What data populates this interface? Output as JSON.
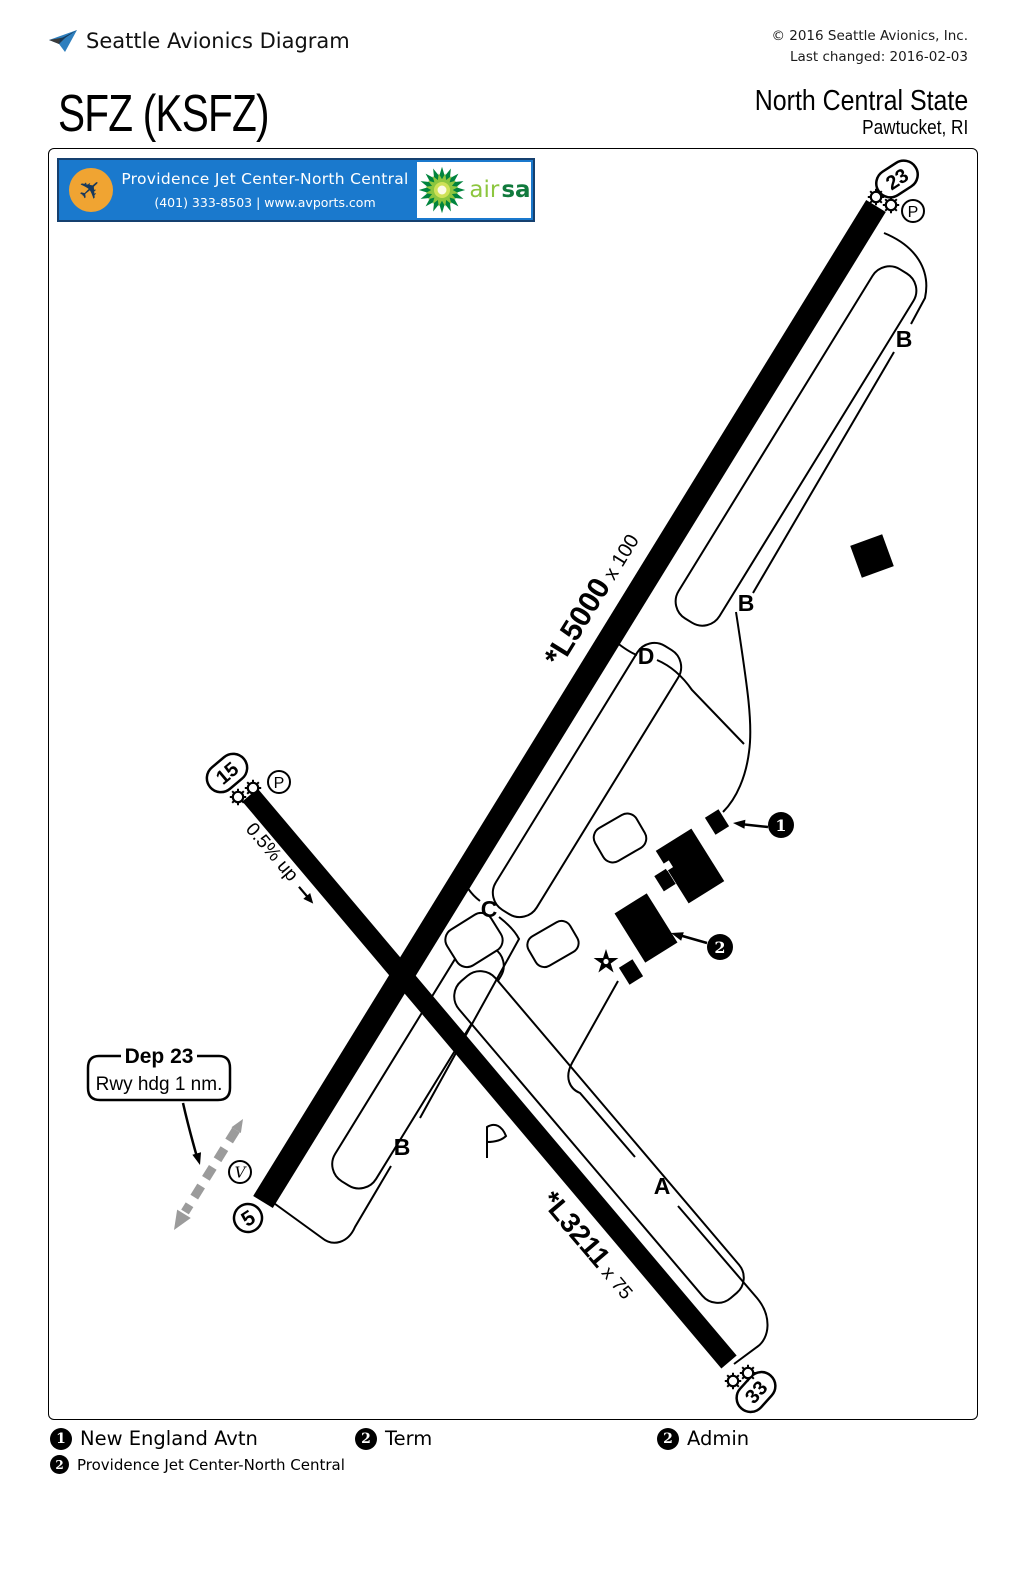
{
  "header": {
    "brand": "Seattle Avionics Diagram",
    "copyright": "© 2016 Seattle Avionics, Inc.",
    "last_changed": "Last changed: 2016-02-03"
  },
  "airport": {
    "code": "SFZ (KSFZ)",
    "name": "North Central State",
    "city": "Pawtucket, RI"
  },
  "banner": {
    "fbo_name": "Providence Jet Center-North Central",
    "contact": "(401) 333-8503 | www.avports.com",
    "logo_text_light": "air",
    "logo_text_bold": "sa",
    "plane_icon": "✈"
  },
  "diagram": {
    "runway_523": {
      "end_low": "5",
      "end_high": "23",
      "size_bold": "*L5000",
      "size_dim": " x 100"
    },
    "runway_1533": {
      "end_low": "15",
      "end_high": "33",
      "size_bold": "*L3211",
      "size_dim": " x 75"
    },
    "taxiways": {
      "a": "A",
      "b": "B",
      "c": "C",
      "d": "D"
    },
    "slope_note": "0.5% up",
    "parking": "P",
    "vasi": "V",
    "dep_callout": {
      "title": "Dep 23",
      "body": "Rwy hdg 1 nm."
    },
    "marker1": "1",
    "marker2": "2"
  },
  "legend": {
    "items": [
      {
        "num": "1",
        "label": "New England Avtn"
      },
      {
        "num": "2",
        "label": "Term"
      },
      {
        "num": "2",
        "label": "Admin"
      }
    ],
    "row2": {
      "num": "2",
      "label": "Providence Jet Center-North Central"
    }
  },
  "colors": {
    "banner_blue": "#1a79cd",
    "circle_orange": "#f0a432",
    "bp_dark_green": "#00843d",
    "bp_light_green": "#8dc63f",
    "dashed_gray": "#9b9b9b"
  }
}
